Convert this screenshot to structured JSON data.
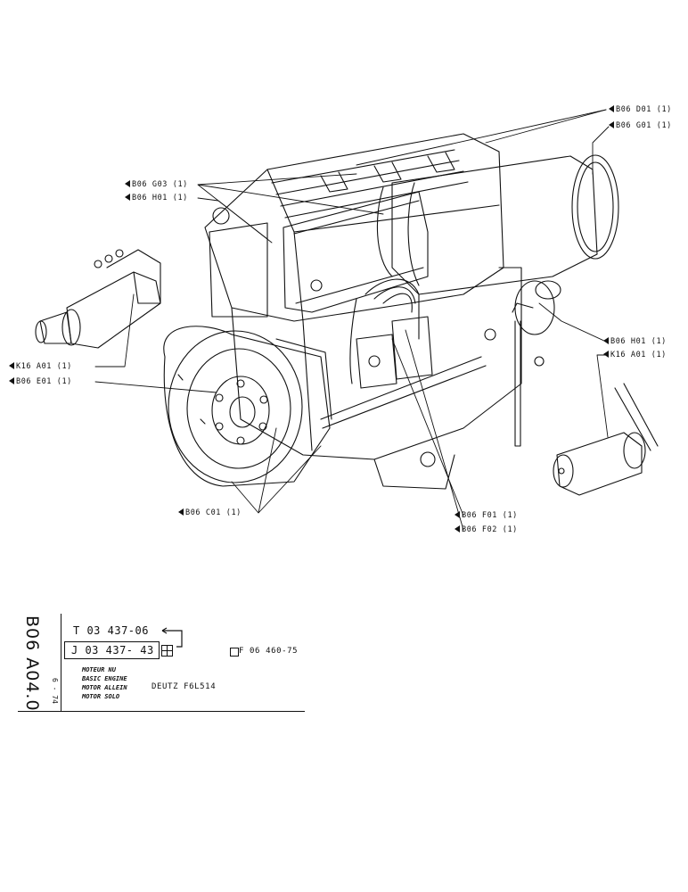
{
  "callouts": {
    "b06_d01": "B06  D01  (1)",
    "b06_g01": "B06  G01  (1)",
    "b06_g03": "B06  G03  (1)",
    "b06_h01_left": "B06  H01  (1)",
    "k16_a01_left": "K16   A01  (1)",
    "b06_e01": "B06  E01  (1)",
    "b06_h01_right": "B06  H01  (1)",
    "k16_a01_right": "K16   A01  (1)",
    "b06_c01": "B06   C01  (1)",
    "b06_f01": "B06  F01  (1)",
    "b06_f02": "B06  F02  (1)"
  },
  "title_block": {
    "vertical_code": "B06 A04.0",
    "vertical_date": "6 - 74",
    "ref_t": "T 03  437-06",
    "ref_j": "J 03  437- 43",
    "ref_f": "F 06  460-75",
    "desc_fr": "MOTEUR NU",
    "desc_en": "BASIC ENGINE",
    "desc_de": "MOTOR ALLEIN",
    "desc_es": "MOTOR SOLO",
    "model": "DEUTZ  F6L514"
  }
}
